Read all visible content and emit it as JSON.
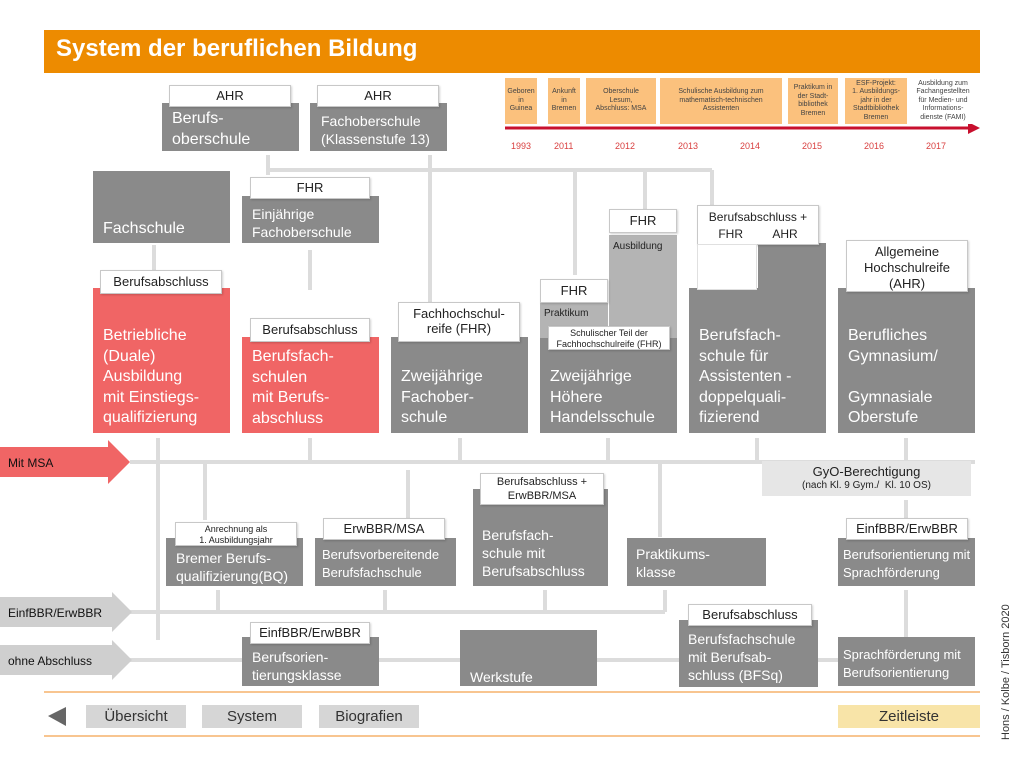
{
  "title": "System der beruflichen Bildung",
  "timeline": {
    "entries": [
      "Geboren\nin\nGuinea",
      "Ankunft\nin\nBremen",
      "Oberschule\nLesum,\nAbschluss: MSA",
      "Schulische Ausbildung zum\nmathematisch-technischen\nAssistenten",
      "Praktikum in\nder Stadt-\nbibliothek\nBremen",
      "ESF-Projekt:\n1. Ausbildungs-\njahr in der\nStadtbibliothek\nBremen",
      "Ausbildung zum\nFachangestellten\nfür Medien- und\nInformations-\ndienste (FAMI)"
    ],
    "years": [
      "1993",
      "2011",
      "2012",
      "2013",
      "2014",
      "2015",
      "2016",
      "2017"
    ]
  },
  "boxes": {
    "berufsoberschule": "Berufs-\noberschule",
    "fachoberschule13": "Fachoberschule\n(Klassenstufe 13)",
    "fachschule": "Fachschule",
    "einjaehrige_fos": "Einjährige\nFachoberschule",
    "duale_ausbildung": "Betriebliche\n(Duale)\nAusbildung\nmit Einstiegs-\nqualifizierung",
    "bfs_berufsabschluss": "Berufsfach-\nschulen\nmit Berufs-\nabschluss",
    "zweijaehrige_fos": "Zweijährige\nFachober-\nschule",
    "hoehere_handelsschule": "Zweijährige\nHöhere\nHandelsschule",
    "praktikum_small": "Praktikum",
    "ausbildung_small": "Ausbildung",
    "bfs_assistenten": "Berufsfach-\nschule für\nAssistenten -\ndoppelquali-\nfizierend",
    "berufliches_gymnasium": "Berufliches\nGymnasium/\n\nGymnasiale\nOberstufe",
    "bremer_bq": "Bremer Berufs-\nqualifizierung(BQ)",
    "berufsvorbereitende_bfs": "Berufsvorbereitende\nBerufsfachschule",
    "bfs_mit_berufsabschluss": "Berufsfach-\nschule mit\nBerufsabschluss",
    "praktikumsklasse": "Praktikums-\nklasse",
    "berufsorientierung_sprach": "Berufsorientierung mit\nSprachförderung",
    "berufsorientierungsklasse": "Berufsorien-\ntierungsklasse",
    "werkstufe": "Werkstufe",
    "bfs_bfsq": "Berufsfachschule\nmit Berufsab-\nschluss (BFSq)",
    "sprachfoerderung": "Sprachförderung mit\nBerufsorientierung"
  },
  "labels": {
    "ahr_1": "AHR",
    "ahr_2": "AHR",
    "fhr_einjaehrig": "FHR",
    "fhr_ausbildung": "FHR",
    "fhr_praktikum": "FHR",
    "berufsabschluss_fhr_ahr": "Berufsabschluss +\nFHR         AHR",
    "allgemeine_hochschulreife": "Allgemeine\nHochschulreife\n(AHR)",
    "berufsabschluss_1": "Berufsabschluss",
    "berufsabschluss_2": "Berufsabschluss",
    "fachhochschulreife": "Fachhochschul-\nreife (FHR)",
    "schulischer_teil": "Schulischer Teil der\nFachhochschulreife (FHR)",
    "gyo": "GyO-Berechtigung",
    "gyo_sub": "(nach Kl. 9 Gym./  Kl. 10 OS)",
    "berufsabschluss_erwbbr_msa": "Berufsabschluss +\nErwBBR/MSA",
    "anrechnung": "Anrechnung als\n1. Ausbildungsjahr",
    "erwbbr_msa": "ErwBBR/MSA",
    "einfbbr_erwbbr_1": "EinfBBR/ErwBBR",
    "einfbbr_erwbbr_2": "EinfBBR/ErwBBR",
    "berufsabschluss_3": "Berufsabschluss"
  },
  "entry_arrows": {
    "mit_msa": "Mit MSA",
    "einfbbr_erwbbr": "EinfBBR/ErwBBR",
    "ohne_abschluss": "ohne Abschluss"
  },
  "nav": {
    "uebersicht": "Übersicht",
    "system": "System",
    "biografien": "Biografien",
    "zeitleiste": "Zeitleiste"
  },
  "credit": "Hons / Kolbe / Tisborn 2020",
  "colors": {
    "accent_orange": "#ed8b00",
    "timeline_box": "#fbc17d",
    "timeline_arrow": "#c8102e",
    "red_box": "#f06565",
    "gray_box": "#8a8a8a",
    "light_gray": "#d6d6d6",
    "zeitleiste_button": "#f8e4a8"
  }
}
